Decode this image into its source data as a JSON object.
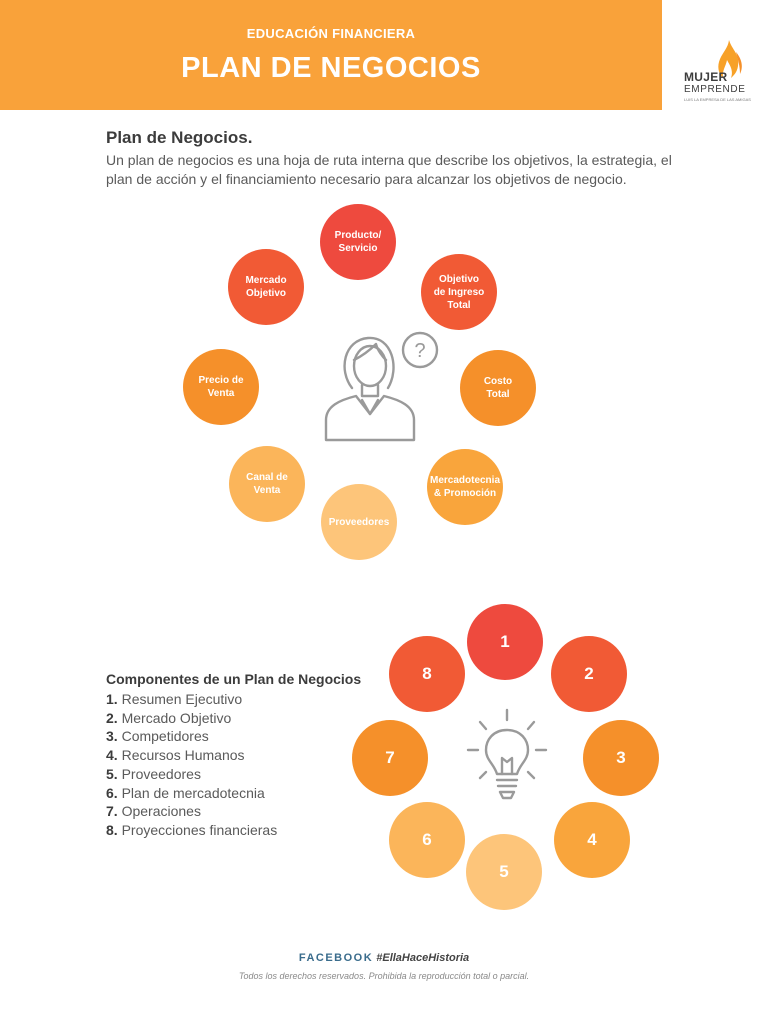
{
  "header": {
    "kicker": "EDUCACIÓN FINANCIERA",
    "title": "PLAN DE NEGOCIOS"
  },
  "logo": {
    "word1": "MUJER",
    "word2": "EMPRENDE",
    "tagline": "LUIS LA EMPRESA DE LAS AMIGAS",
    "flame_color": "#f7a128"
  },
  "intro": {
    "title": "Plan de Negocios.",
    "text": "Un plan de negocios es una hoja de ruta interna que describe los objetivos, la estrategia, el plan de acción y el financiamiento necesario para alcanzar los objetivos de negocio."
  },
  "diagram": {
    "center_icon": "businesswoman-question-icon",
    "question_mark": "?",
    "nodes": [
      {
        "label": "Producto/\nServicio",
        "color": "#ee4a3e"
      },
      {
        "label": "Objetivo\nde Ingreso Total",
        "color": "#f15a35"
      },
      {
        "label": "Costo\nTotal",
        "color": "#f5902a"
      },
      {
        "label": "Mercadotecnia\n& Promoción",
        "color": "#f9a53c"
      },
      {
        "label": "Proveedores",
        "color": "#fdc57a"
      },
      {
        "label": "Canal de\nVenta",
        "color": "#fbb55a"
      },
      {
        "label": "Precio de\nVenta",
        "color": "#f5902a"
      },
      {
        "label": "Mercado\nObjetivo",
        "color": "#f15a35"
      }
    ]
  },
  "components": {
    "title": "Componentes de un Plan de Negocios",
    "items": [
      {
        "num": "1.",
        "text": "Resumen Ejecutivo"
      },
      {
        "num": "2.",
        "text": "Mercado Objetivo"
      },
      {
        "num": "3.",
        "text": "Competidores"
      },
      {
        "num": "4.",
        "text": "Recursos Humanos"
      },
      {
        "num": "5.",
        "text": "Proveedores"
      },
      {
        "num": "6.",
        "text": "Plan de mercadotecnia"
      },
      {
        "num": "7.",
        "text": "Operaciones"
      },
      {
        "num": "8.",
        "text": "Proyecciones financieras"
      }
    ],
    "center_icon": "lightbulb-icon",
    "numbers": [
      "1",
      "2",
      "3",
      "4",
      "5",
      "6",
      "7",
      "8"
    ]
  },
  "footer": {
    "network": "FACEBOOK",
    "hashtag": "#EllaHaceHistoria",
    "legal": "Todos los derechos reservados. Prohibida la reproducción total o parcial."
  }
}
